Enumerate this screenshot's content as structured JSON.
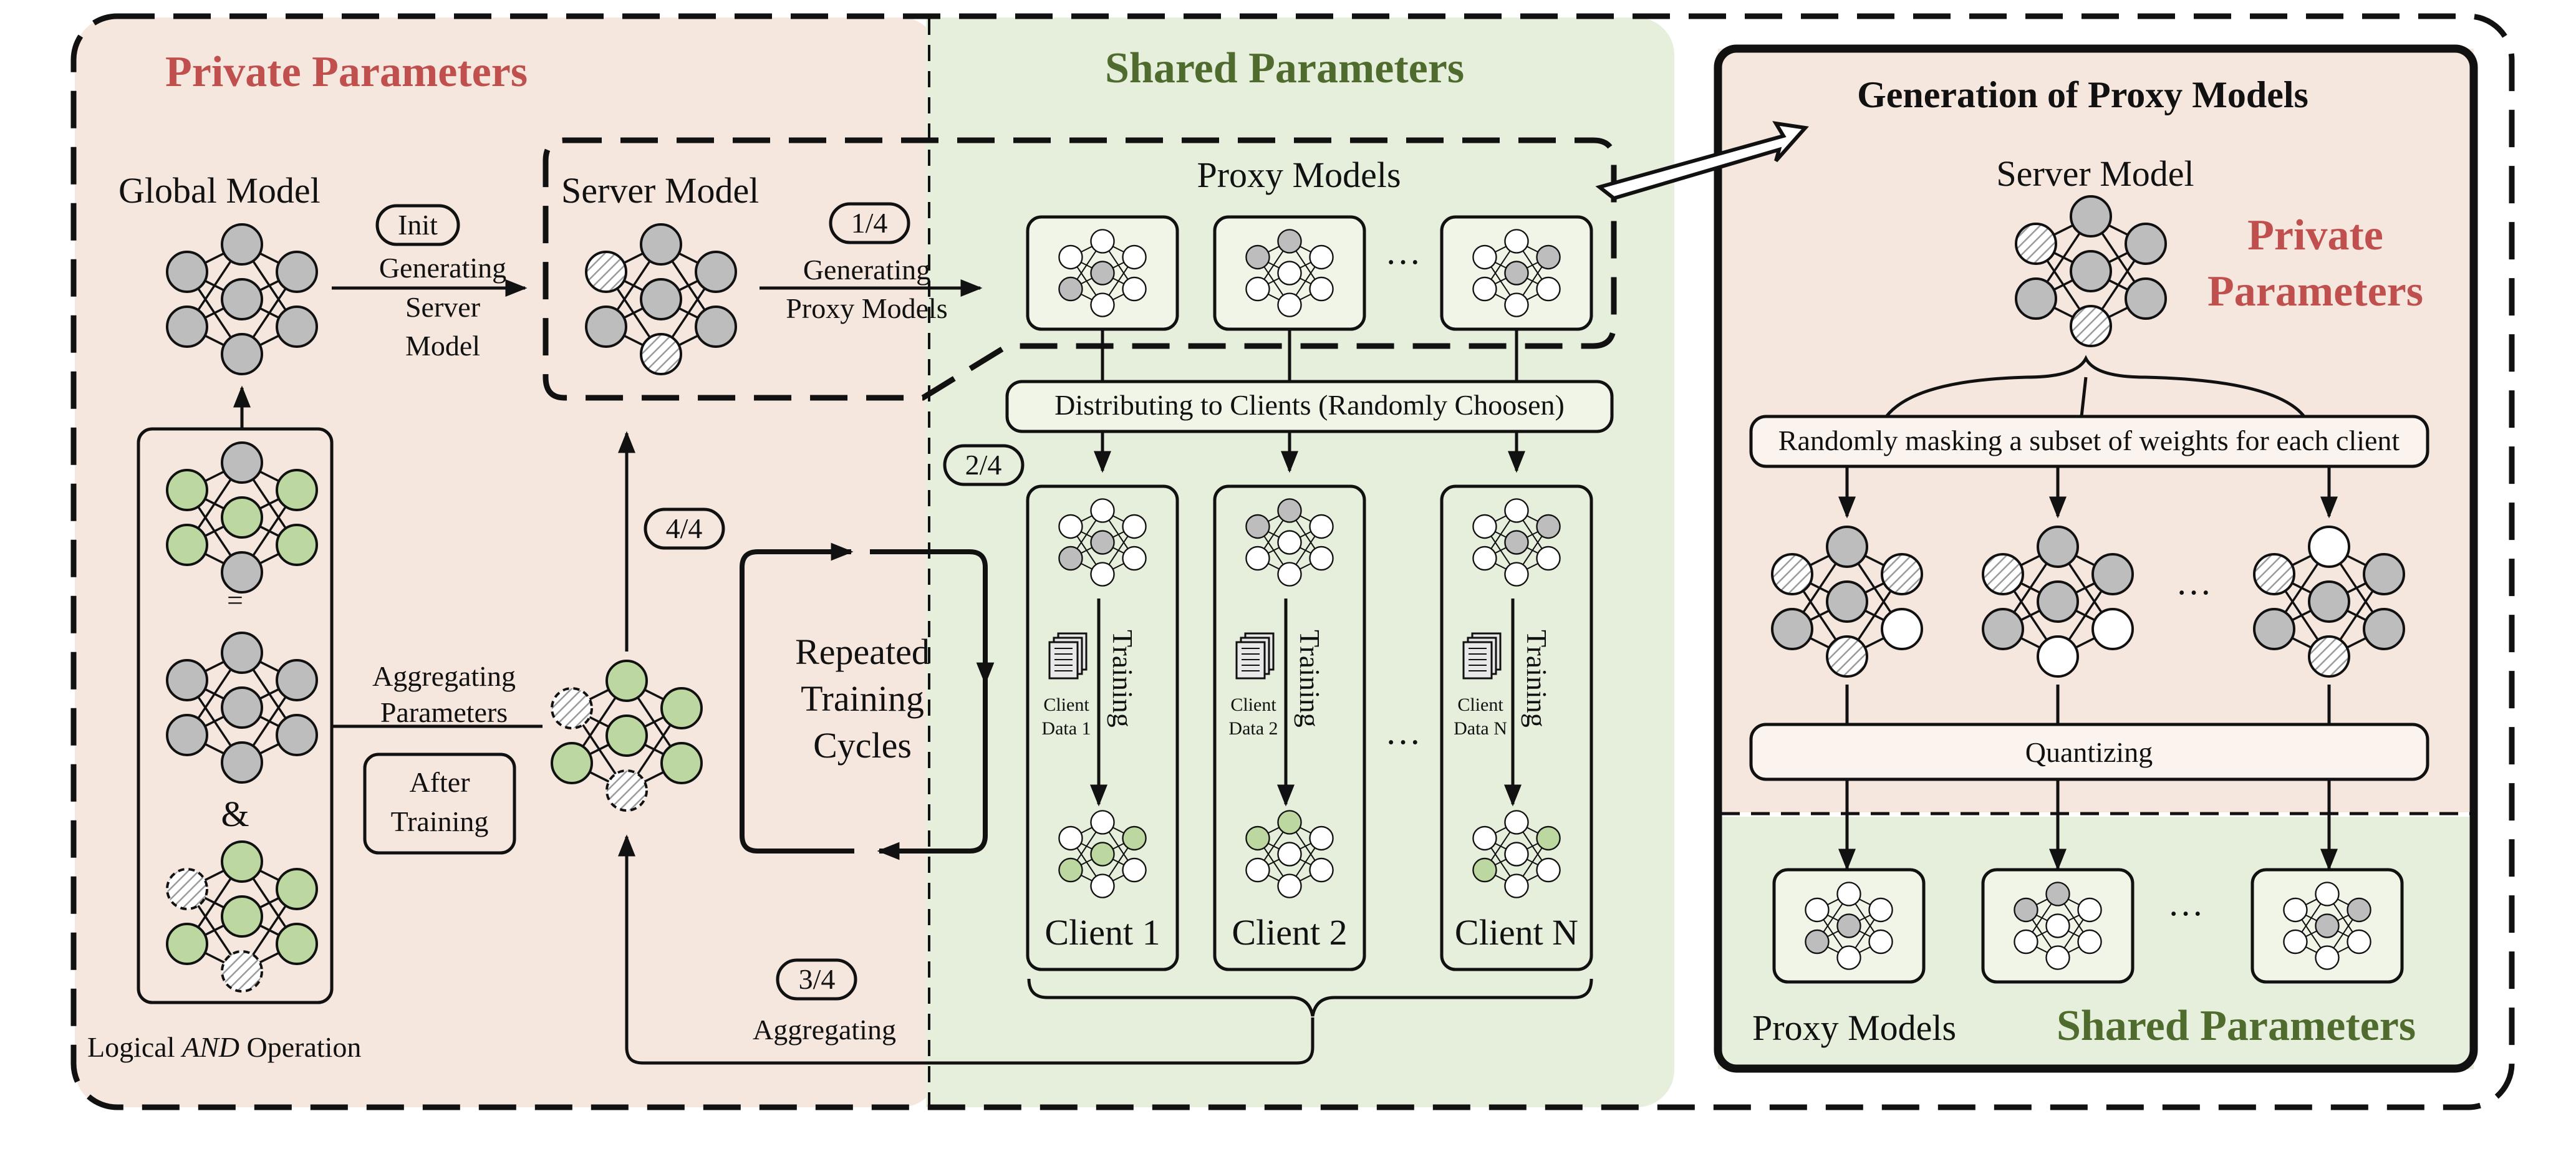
{
  "colors": {
    "private_bg": "#f5e6de",
    "shared_bg": "#e6efdb",
    "private_text": "#c0504d",
    "shared_text": "#4f6b2e",
    "node_gray": "#bdbdbd",
    "node_green": "#bcd7a0",
    "node_white": "#ffffff"
  },
  "headers": {
    "private": "Private Parameters",
    "shared": "Shared Parameters"
  },
  "left": {
    "global_model": "Global Model",
    "init_badge": "Init",
    "gen_server_1": "Generating",
    "gen_server_2": "Server",
    "gen_server_3": "Model",
    "server_model": "Server Model",
    "step_1": "1/4",
    "gen_proxy_1": "Generating",
    "gen_proxy_2": "Proxy Models",
    "proxy_models": "Proxy Models",
    "equals": "=",
    "ampersand": "&",
    "logical_prefix": "Logical ",
    "logical_and": "AND",
    "logical_suffix": " Operation",
    "agg_params_1": "Aggregating",
    "agg_params_2": "Parameters",
    "after_training_1": "After",
    "after_training_2": "Training",
    "step_4": "4/4",
    "repeated_1": "Repeated",
    "repeated_2": "Training",
    "repeated_3": "Cycles",
    "step_3": "3/4",
    "aggregating": "Aggregating",
    "distributing": "Distributing to Clients (Randomly Choosen)",
    "step_2": "2/4",
    "training": "Training",
    "ellipsis": "···",
    "clients": [
      {
        "name": "Client 1",
        "data_1": "Client",
        "data_2": "Data 1"
      },
      {
        "name": "Client 2",
        "data_1": "Client",
        "data_2": "Data 2"
      },
      {
        "name": "Client N",
        "data_1": "Client",
        "data_2": "Data N"
      }
    ]
  },
  "right": {
    "title": "Generation of Proxy Models",
    "server_model": "Server Model",
    "private_1": "Private",
    "private_2": "Parameters",
    "masking": "Randomly masking a subset of weights for each client",
    "quantizing": "Quantizing",
    "proxy_models": "Proxy Models",
    "shared": "Shared Parameters",
    "ellipsis": "···"
  }
}
